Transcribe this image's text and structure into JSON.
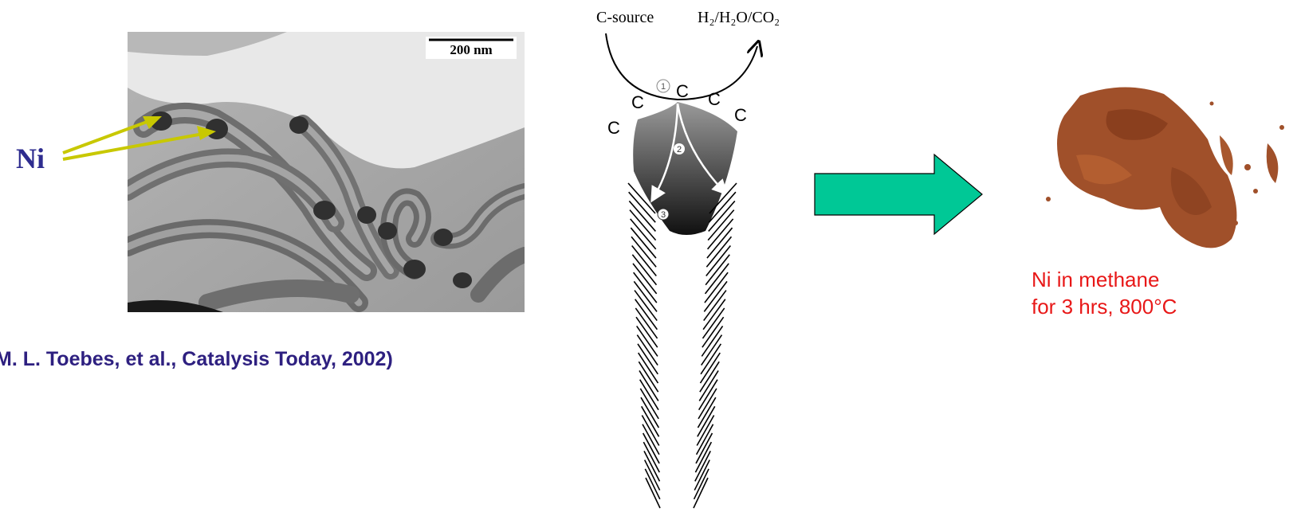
{
  "tem_image": {
    "scale_bar": "200 nm"
  },
  "ni_label": "Ni",
  "citation": "M. L. Toebes, et al., Catalysis Today, 2002)",
  "mechanism": {
    "source_label": "C-source",
    "product_label": "H₂/H₂O/CO₂",
    "carbon_symbol": "C",
    "steps": [
      "1",
      "2",
      "3"
    ]
  },
  "caption": {
    "line1": "Ni in methane",
    "line2": "for 3 hrs, 800°C"
  },
  "colors": {
    "label_blue": "#2e2c8f",
    "citation_purple": "#2e2080",
    "pointer_yellow": "#c8c800",
    "arrow_green": "#00c896",
    "caption_red": "#e81818",
    "sample_brown": "#a0502a"
  }
}
